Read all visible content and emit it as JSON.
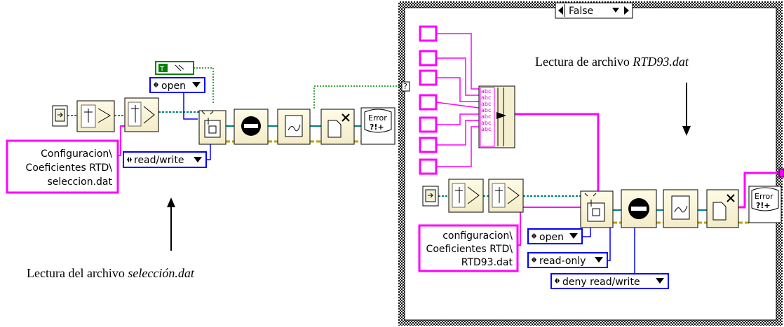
{
  "left_block": {
    "path_constant": [
      "Configuracion\\",
      "Coeficientes RTD\\",
      "seleccion.dat"
    ],
    "enum_open": "open",
    "enum_mode": "read/write",
    "bool_constant": "T",
    "caption_prefix": "Lectura del archivo",
    "caption_filename": "selección.dat"
  },
  "case_structure": {
    "selector_label": "False",
    "caption_prefix": "Lectura de archivo",
    "caption_filename": "RTD93.dat",
    "path_constant": [
      "configuracion\\",
      "Coeficientes RTD\\",
      "RTD93.dat"
    ],
    "enum_open": "open",
    "enum_mode": "read-only",
    "enum_deny": "deny read/write",
    "array_element_label": "abc"
  },
  "error_node_text": [
    "Error",
    "?!+"
  ],
  "colors": {
    "path_wire": "#ff00ff",
    "enum_border": "#0000ff",
    "error_wire": "#b8a400",
    "path_node_wire": "#008080",
    "bool_wire": "#008000"
  }
}
